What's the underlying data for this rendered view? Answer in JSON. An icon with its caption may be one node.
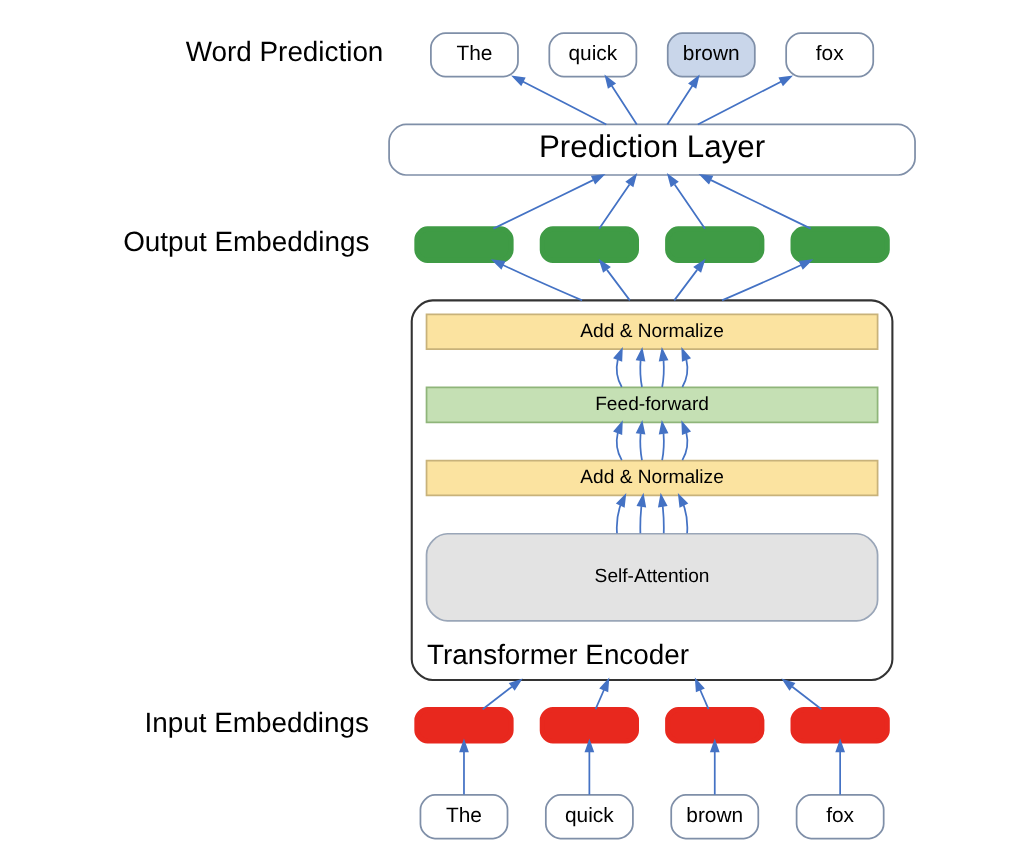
{
  "diagram": {
    "nodes": [
      {
        "text": [
          "The"
        ]
      },
      {
        "text": [
          "quick"
        ]
      },
      {
        "text": [
          "brown"
        ]
      },
      {
        "text": [
          "fox"
        ]
      },
      {
        "text": [
          "Prediction Layer"
        ]
      },
      {
        "text": [],
        "shape": "box"
      },
      {
        "text": [],
        "shape": "box"
      },
      {
        "text": [],
        "shape": "box"
      },
      {
        "text": [],
        "shape": "box"
      },
      {
        "text": [
          "Transformer Encoder"
        ]
      },
      {
        "text": [
          "Add & Normalize"
        ],
        "in": 9
      },
      {
        "text": [
          "Feed-forward"
        ],
        "in": 9
      },
      {
        "text": [
          "Add & Normalize"
        ],
        "in": 9
      },
      {
        "text": [
          "Self-Attention"
        ],
        "in": 9
      },
      {
        "text": [],
        "shape": "box"
      },
      {
        "text": [],
        "shape": "box"
      },
      {
        "text": [],
        "shape": "box"
      },
      {
        "text": [],
        "shape": "box"
      },
      {
        "text": [
          "The"
        ]
      },
      {
        "text": [
          "quick"
        ]
      },
      {
        "text": [
          "brown"
        ]
      },
      {
        "text": [
          "fox"
        ]
      }
    ],
    "edges": [
      {
        "from": 18,
        "to": 14,
        "arrow": "to"
      },
      {
        "from": 19,
        "to": 15,
        "arrow": "to"
      },
      {
        "from": 20,
        "to": 16,
        "arrow": "to"
      },
      {
        "from": 21,
        "to": 17,
        "arrow": "to"
      },
      {
        "from": 14,
        "to": 9,
        "arrow": "to"
      },
      {
        "from": 15,
        "to": 9,
        "arrow": "to"
      },
      {
        "from": 16,
        "to": 9,
        "arrow": "to"
      },
      {
        "from": 17,
        "to": 9,
        "arrow": "to"
      },
      {
        "from": 13,
        "to": 12,
        "arrow": "to"
      },
      {
        "from": 13,
        "to": 12,
        "arrow": "to"
      },
      {
        "from": 13,
        "to": 12,
        "arrow": "to"
      },
      {
        "from": 13,
        "to": 12,
        "arrow": "to"
      },
      {
        "from": 12,
        "to": 11,
        "arrow": "to"
      },
      {
        "from": 12,
        "to": 11,
        "arrow": "to"
      },
      {
        "from": 12,
        "to": 11,
        "arrow": "to"
      },
      {
        "from": 12,
        "to": 11,
        "arrow": "to"
      },
      {
        "from": 11,
        "to": 10,
        "arrow": "to"
      },
      {
        "from": 11,
        "to": 10,
        "arrow": "to"
      },
      {
        "from": 11,
        "to": 10,
        "arrow": "to"
      },
      {
        "from": 11,
        "to": 10,
        "arrow": "to"
      },
      {
        "from": 9,
        "to": 5,
        "arrow": "to"
      },
      {
        "from": 9,
        "to": 6,
        "arrow": "to"
      },
      {
        "from": 9,
        "to": 7,
        "arrow": "to"
      },
      {
        "from": 9,
        "to": 8,
        "arrow": "to"
      },
      {
        "from": 5,
        "to": 4,
        "arrow": "to"
      },
      {
        "from": 6,
        "to": 4,
        "arrow": "to"
      },
      {
        "from": 7,
        "to": 4,
        "arrow": "to"
      },
      {
        "from": 8,
        "to": 4,
        "arrow": "to"
      },
      {
        "from": 4,
        "to": 0,
        "arrow": "to"
      },
      {
        "from": 4,
        "to": 1,
        "arrow": "to"
      },
      {
        "from": 4,
        "to": 2,
        "arrow": "to"
      },
      {
        "from": 4,
        "to": 3,
        "arrow": "to"
      }
    ],
    "labels": [
      "Word Prediction",
      "Output Embeddings",
      "Input Embeddings"
    ]
  }
}
